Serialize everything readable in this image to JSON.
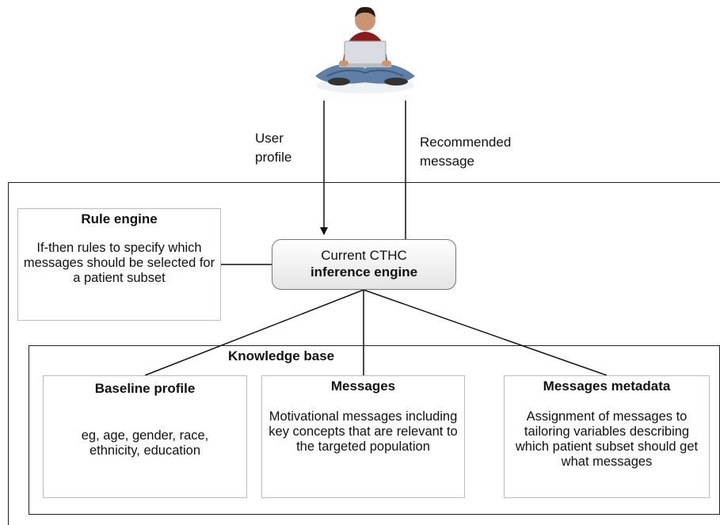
{
  "arrows": {
    "user_profile": "User profile",
    "recommended_message": "Recommended message"
  },
  "engine": {
    "line1": "Current CTHC",
    "line2": "inference engine"
  },
  "rule_engine": {
    "title": "Rule engine",
    "text": "If-then rules to specify which messages should be selected for a patient subset"
  },
  "knowledge_base": {
    "title": "Knowledge base",
    "boxes": [
      {
        "title": "Baseline profile",
        "text": "eg, age, gender, race, ethnicity, education"
      },
      {
        "title": "Messages",
        "text": "Motivational messages including key concepts that are relevant to the targeted population"
      },
      {
        "title": "Messages metadata",
        "text": "Assignment of messages to tailoring variables describing which patient subset should get what messages"
      }
    ]
  },
  "icons": {
    "user": "person-with-laptop-icon"
  }
}
